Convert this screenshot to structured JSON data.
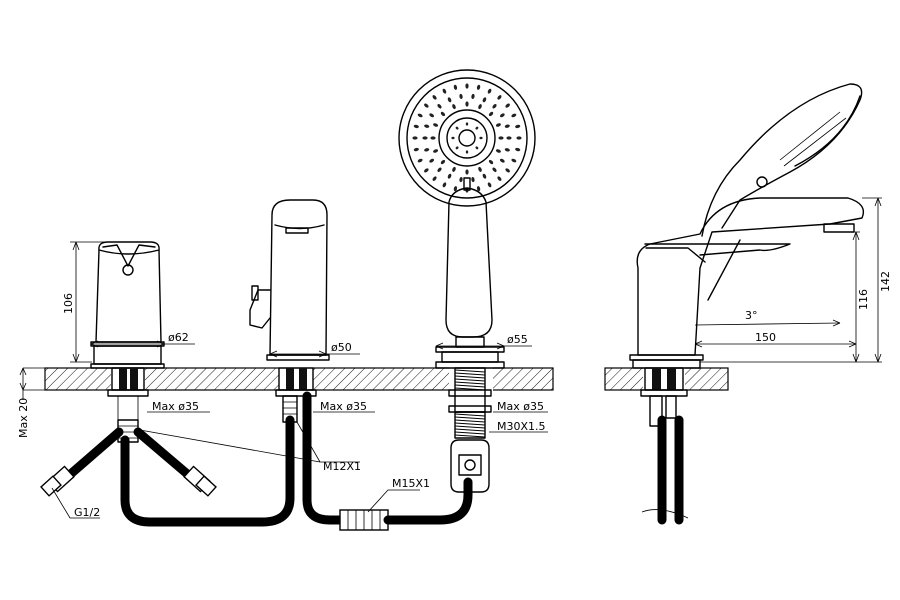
{
  "labels": {
    "d62": "ø62",
    "d50": "ø50",
    "d55": "ø55",
    "h106": "106",
    "max20": "Max 20",
    "max35_a": "Max ø35",
    "max35_b": "Max ø35",
    "max35_c": "Max ø35",
    "m12": "M12X1",
    "m30": "M30X1.5",
    "m15": "M15X1",
    "g12": "G1/2",
    "ang3": "3°",
    "d150": "150",
    "h116": "116",
    "h142": "142"
  }
}
